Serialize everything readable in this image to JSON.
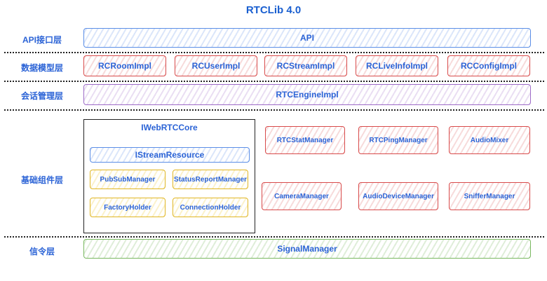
{
  "title": "RTCLib 4.0",
  "layers": {
    "api": {
      "label": "API接口层",
      "box": "API"
    },
    "data_model": {
      "label": "数据模型层",
      "boxes": [
        "RCRoomImpl",
        "RCUserImpl",
        "RCStreamImpl",
        "RCLiveInfoImpl",
        "RCConfigImpl"
      ]
    },
    "session": {
      "label": "会话管理层",
      "box": "RTCEngineImpl"
    },
    "base": {
      "label": "基础组件层",
      "core": {
        "title": "IWebRTCCore",
        "stream_resource": "IStreamResource",
        "items": [
          "PubSubManager",
          "StatusReportManager",
          "FactoryHolder",
          "ConnectionHolder"
        ]
      },
      "managers_row1": [
        "RTCStatManager",
        "RTCPingManager",
        "AudioMixer"
      ],
      "managers_row2": [
        "CameraManager",
        "AudioDeviceManager",
        "SnifferManager"
      ]
    },
    "signal": {
      "label": "信令层",
      "box": "SignalManager"
    }
  },
  "colors": {
    "text": "#2b63d6",
    "title": "#1a5fd0",
    "api": "#5b8ee6",
    "data_model": "#d84a4a",
    "session": "#9d6bc7",
    "core_items": "#e0b624",
    "signal": "#79b860"
  }
}
